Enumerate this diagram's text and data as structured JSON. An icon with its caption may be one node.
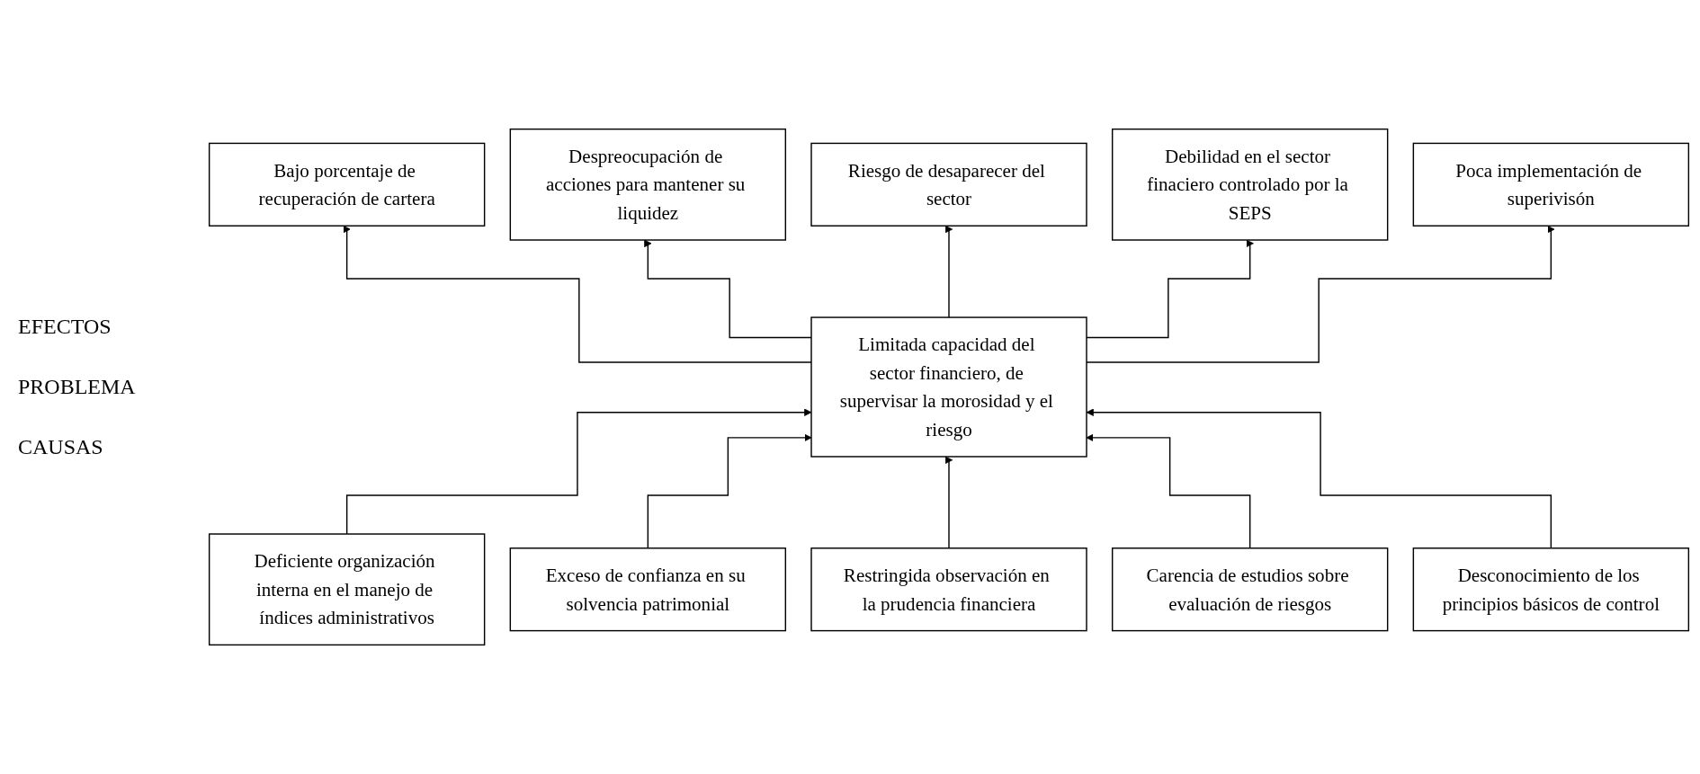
{
  "diagram": {
    "nodes": [
      {
        "text": [
          "Bajo porcentaje de recuperación de cartera"
        ]
      },
      {
        "text": [
          "Despreocupación de acciones para mantener su liquidez"
        ]
      },
      {
        "text": [
          "Riesgo de desaparecer del sector"
        ]
      },
      {
        "text": [
          "Debilidad en el sector finaciero controlado por la SEPS"
        ]
      },
      {
        "text": [
          "Poca implementación de superivisón"
        ]
      },
      {
        "text": [
          "Limitada capacidad del sector financiero, de supervisar la morosidad y el riesgo"
        ]
      },
      {
        "text": [
          "Deficiente organización interna en el manejo de índices administrativos"
        ]
      },
      {
        "text": [
          "Exceso de confianza en su solvencia patrimonial"
        ]
      },
      {
        "text": [
          "Restringida observación en la prudencia financiera"
        ]
      },
      {
        "text": [
          "Carencia de estudios sobre evaluación de riesgos"
        ]
      },
      {
        "text": [
          "Desconocimiento de los principios básicos de control"
        ]
      }
    ],
    "edges": [
      {
        "from": 5,
        "to": 0,
        "arrow": "to"
      },
      {
        "from": 5,
        "to": 1,
        "arrow": "to"
      },
      {
        "from": 5,
        "to": 2,
        "arrow": "to"
      },
      {
        "from": 5,
        "to": 3,
        "arrow": "to"
      },
      {
        "from": 5,
        "to": 4,
        "arrow": "to"
      },
      {
        "from": 6,
        "to": 5,
        "arrow": "to"
      },
      {
        "from": 7,
        "to": 5,
        "arrow": "to"
      },
      {
        "from": 8,
        "to": 5,
        "arrow": "to"
      },
      {
        "from": 9,
        "to": 5,
        "arrow": "to"
      },
      {
        "from": 10,
        "to": 5,
        "arrow": "to"
      }
    ],
    "labels": [
      "EFECTOS",
      "PROBLEMA",
      "CAUSAS"
    ]
  }
}
